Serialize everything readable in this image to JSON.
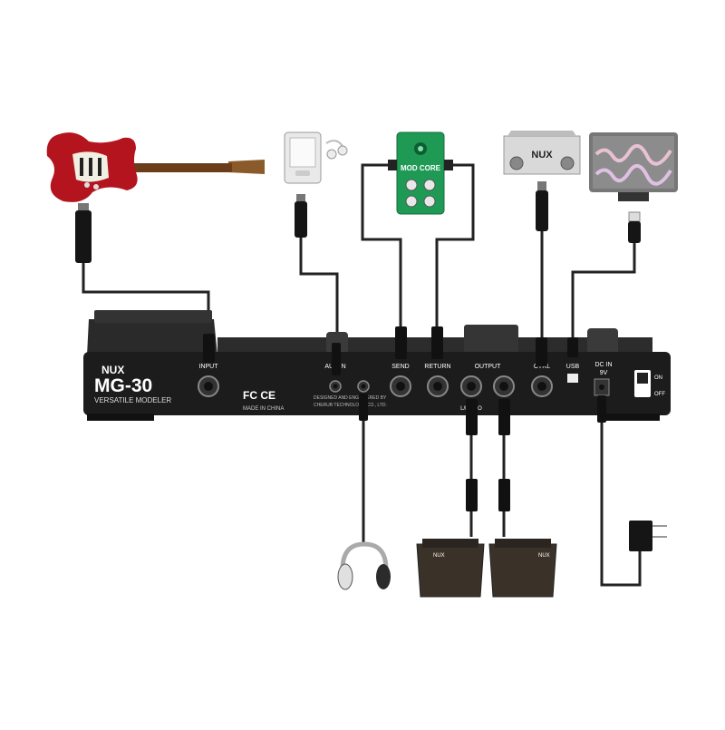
{
  "device": {
    "brand": "NUX",
    "model": "MG-30",
    "subtitle": "VERSATILE MODELER",
    "certifications": "FC CE",
    "made_in": "MADE IN CHINA",
    "designer": "DESIGNED AND ENGINEERED BY",
    "company": "CHERUB TECHNOLOGY CO., LTD.",
    "body_color": "#1c1c1c"
  },
  "ports": {
    "input": "INPUT",
    "aux_in": "AUX IN",
    "send": "SEND",
    "return": "RETURN",
    "output": "OUTPUT",
    "output_sub": "L/MONO",
    "ctrl": "CTRL",
    "usb": "USB",
    "dc_in": "DC IN",
    "dc_volt": "9V",
    "switch_on": "ON",
    "switch_off": "OFF"
  },
  "accessories": {
    "pedal_label": "MOD CORE",
    "footswitch_brand": "NUX",
    "monitor_brand": "NUX",
    "pedal_color": "#1f9a55",
    "guitar_color": "#b3141d"
  }
}
